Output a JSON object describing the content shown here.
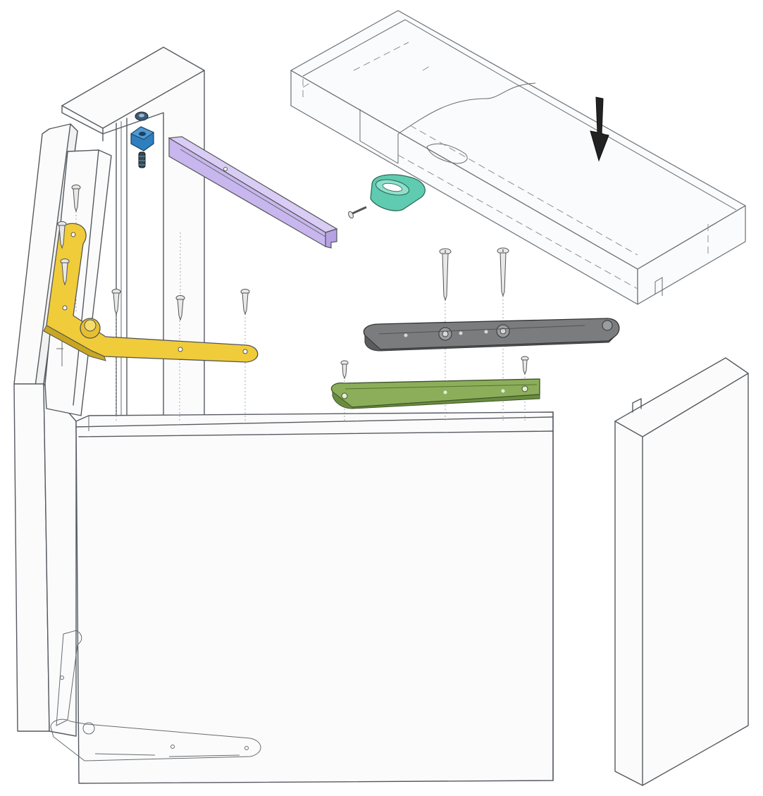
{
  "colors": {
    "background": "#ffffff",
    "outline": "#555a60",
    "yellow_hinge_arm": "#f0cc3a",
    "purple_channel": "#c8b6ee",
    "teal_sleeve": "#5fcbb0",
    "blue_block": "#2f7fbf",
    "gray_arm": "#7a7c7e",
    "green_plate": "#8cae5a",
    "arrow": "#222222"
  },
  "parts": [
    {
      "id": "glass-top-shelf",
      "icon": "transparent-top-panel"
    },
    {
      "id": "down-arrow",
      "icon": "arrow-down-icon"
    },
    {
      "id": "left-cabinet-side",
      "icon": "wood-panel"
    },
    {
      "id": "front-door-panel",
      "icon": "wood-panel"
    },
    {
      "id": "right-cabinet-side",
      "icon": "wood-panel"
    },
    {
      "id": "yellow-pivot-arm",
      "icon": "hinge-arm"
    },
    {
      "id": "purple-channel",
      "icon": "u-channel"
    },
    {
      "id": "teal-sleeve",
      "icon": "oval-sleeve"
    },
    {
      "id": "blue-bracket-block",
      "icon": "square-block"
    },
    {
      "id": "gray-top-arm",
      "icon": "flat-arm"
    },
    {
      "id": "green-mounting-plate",
      "icon": "mounting-plate"
    },
    {
      "id": "bottom-pivot-arm",
      "icon": "hinge-arm-outline"
    }
  ]
}
